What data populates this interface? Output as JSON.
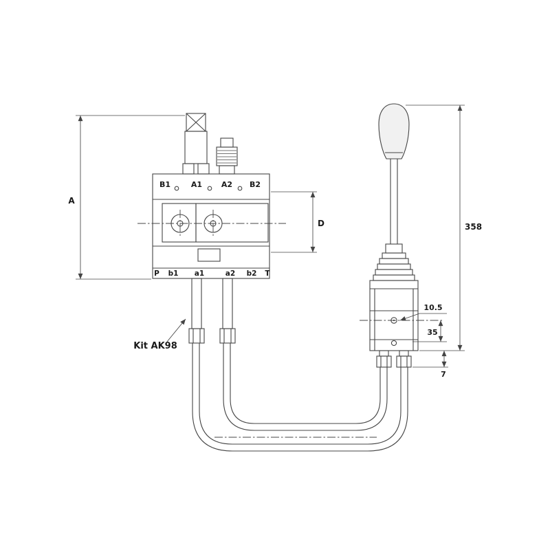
{
  "figure": {
    "background": "#ffffff",
    "line_color": "#444444",
    "text_color": "#1a1a1a"
  },
  "labels": {
    "kit": "Kit AK98"
  },
  "valve": {
    "top_ports": [
      "B1",
      "A1",
      "A2",
      "B2"
    ],
    "bottom_ports": [
      "P",
      "b1",
      "a1",
      "a2",
      "b2",
      "T"
    ]
  },
  "dimensions": {
    "height_a": "A",
    "spool_d": "D",
    "joystick_total_height": "358",
    "cable_offset": "10.5",
    "lower_body": "35",
    "fitting": "7"
  }
}
